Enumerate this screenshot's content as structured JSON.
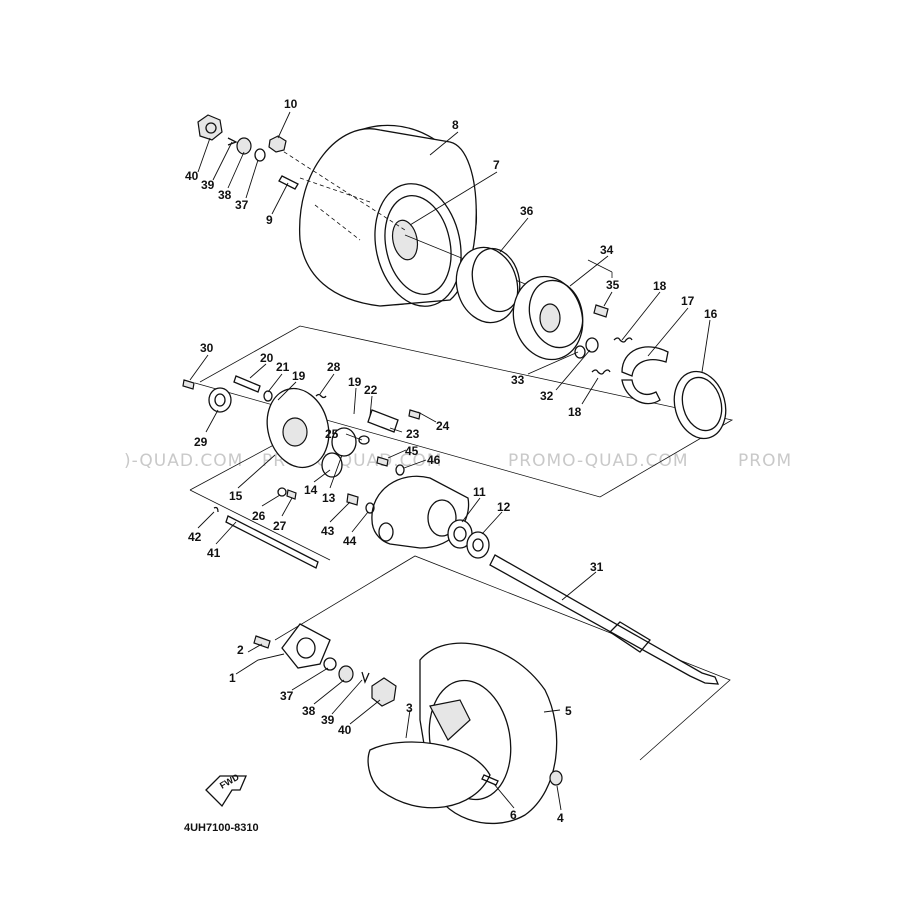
{
  "watermark": {
    "text_left": ")-QUAD.COM",
    "text_mid1": "PROMO-QUAD.COM",
    "text_mid2": "PROMO-QUAD.COM",
    "text_right": "PROM"
  },
  "diagram_code": "4UH7100-8310",
  "fwd_label": "FWD",
  "callouts": {
    "c1": "1",
    "c2": "2",
    "c3": "3",
    "c4": "4",
    "c5": "5",
    "c6": "6",
    "c7": "7",
    "c8": "8",
    "c9": "9",
    "c10": "10",
    "c11": "11",
    "c12": "12",
    "c13": "13",
    "c14": "14",
    "c15": "15",
    "c16": "16",
    "c17": "17",
    "c18a": "18",
    "c18b": "18",
    "c19a": "19",
    "c19b": "19",
    "c20": "20",
    "c21": "21",
    "c22": "22",
    "c23": "23",
    "c24": "24",
    "c25": "25",
    "c26": "26",
    "c27": "27",
    "c28": "28",
    "c29": "29",
    "c30": "30",
    "c31": "31",
    "c32": "32",
    "c33": "33",
    "c34": "34",
    "c35": "35",
    "c36": "36",
    "c37a": "37",
    "c37b": "37",
    "c38a": "38",
    "c38b": "38",
    "c39a": "39",
    "c39b": "39",
    "c40a": "40",
    "c40b": "40",
    "c41": "41",
    "c42": "42",
    "c43": "43",
    "c44": "44",
    "c45": "45",
    "c46": "46"
  }
}
